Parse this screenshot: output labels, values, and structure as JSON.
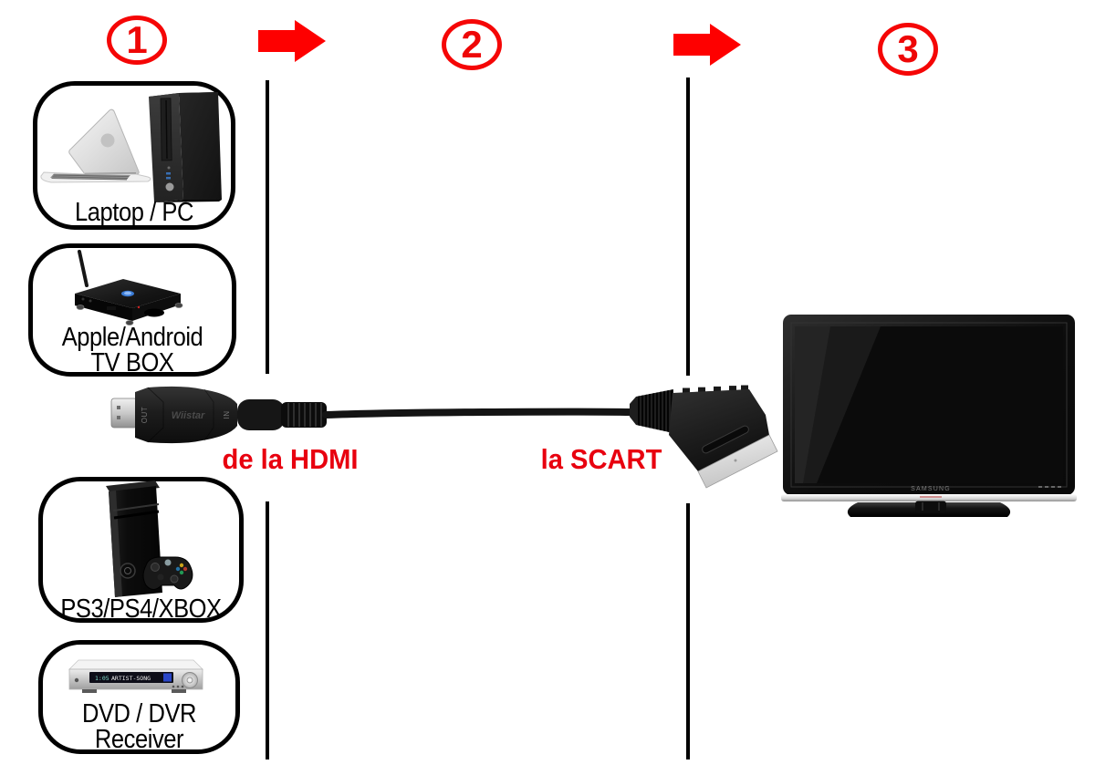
{
  "colors": {
    "accent_red": "#fe0000",
    "label_red": "#e8000f",
    "line_black": "#000000"
  },
  "steps": [
    {
      "number": "1"
    },
    {
      "number": "2"
    },
    {
      "number": "3"
    }
  ],
  "sources": [
    {
      "label": "Laptop / PC",
      "icon": "laptop-pc-icon"
    },
    {
      "label": "Apple/Android",
      "label2": "TV BOX",
      "icon": "tv-box-icon"
    },
    {
      "label": "PS3/PS4/XBOX",
      "icon": "game-console-icon"
    },
    {
      "label": "DVD / DVR",
      "label2": "Receiver",
      "icon": "dvd-receiver-icon",
      "display_text": "ARTIST-SONG"
    }
  ],
  "adapter": {
    "from_label": "de la HDMI",
    "to_label": "la SCART",
    "out_marking": "OUT",
    "in_marking": "IN",
    "brand": "Wiistar"
  },
  "tv": {
    "brand": "SAMSUNG"
  }
}
